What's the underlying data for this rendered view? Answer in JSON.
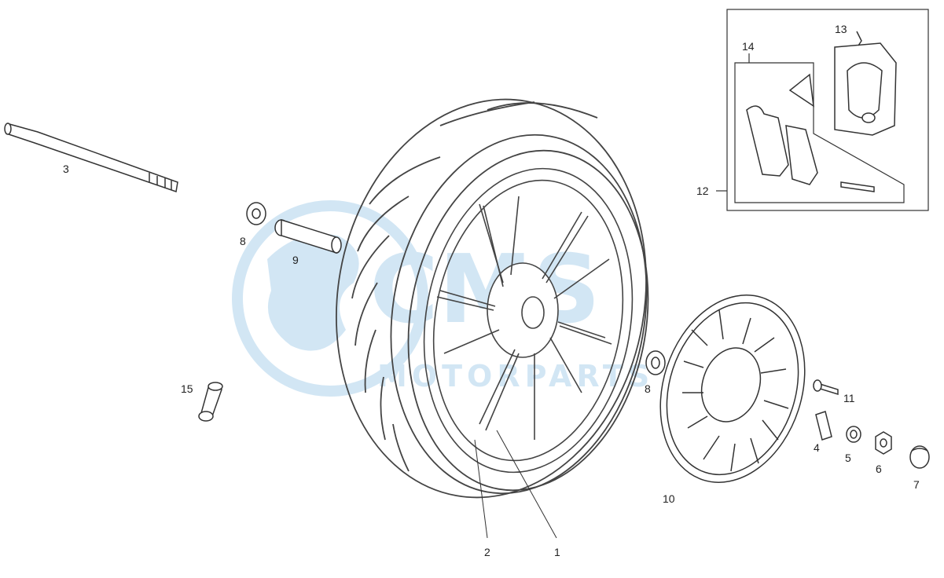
{
  "watermark": {
    "brand": "CMS",
    "subtitle": "MOTORPARTS",
    "color": "#7fb8e0"
  },
  "colors": {
    "line": "#333333",
    "tire": "#555555"
  },
  "callouts": {
    "c1": "1",
    "c2": "2",
    "c3": "3",
    "c4": "4",
    "c5": "5",
    "c6": "6",
    "c7": "7",
    "c8a": "8",
    "c8b": "8",
    "c9": "9",
    "c10": "10",
    "c11": "11",
    "c12": "12",
    "c13": "13",
    "c14": "14",
    "c15": "15"
  }
}
